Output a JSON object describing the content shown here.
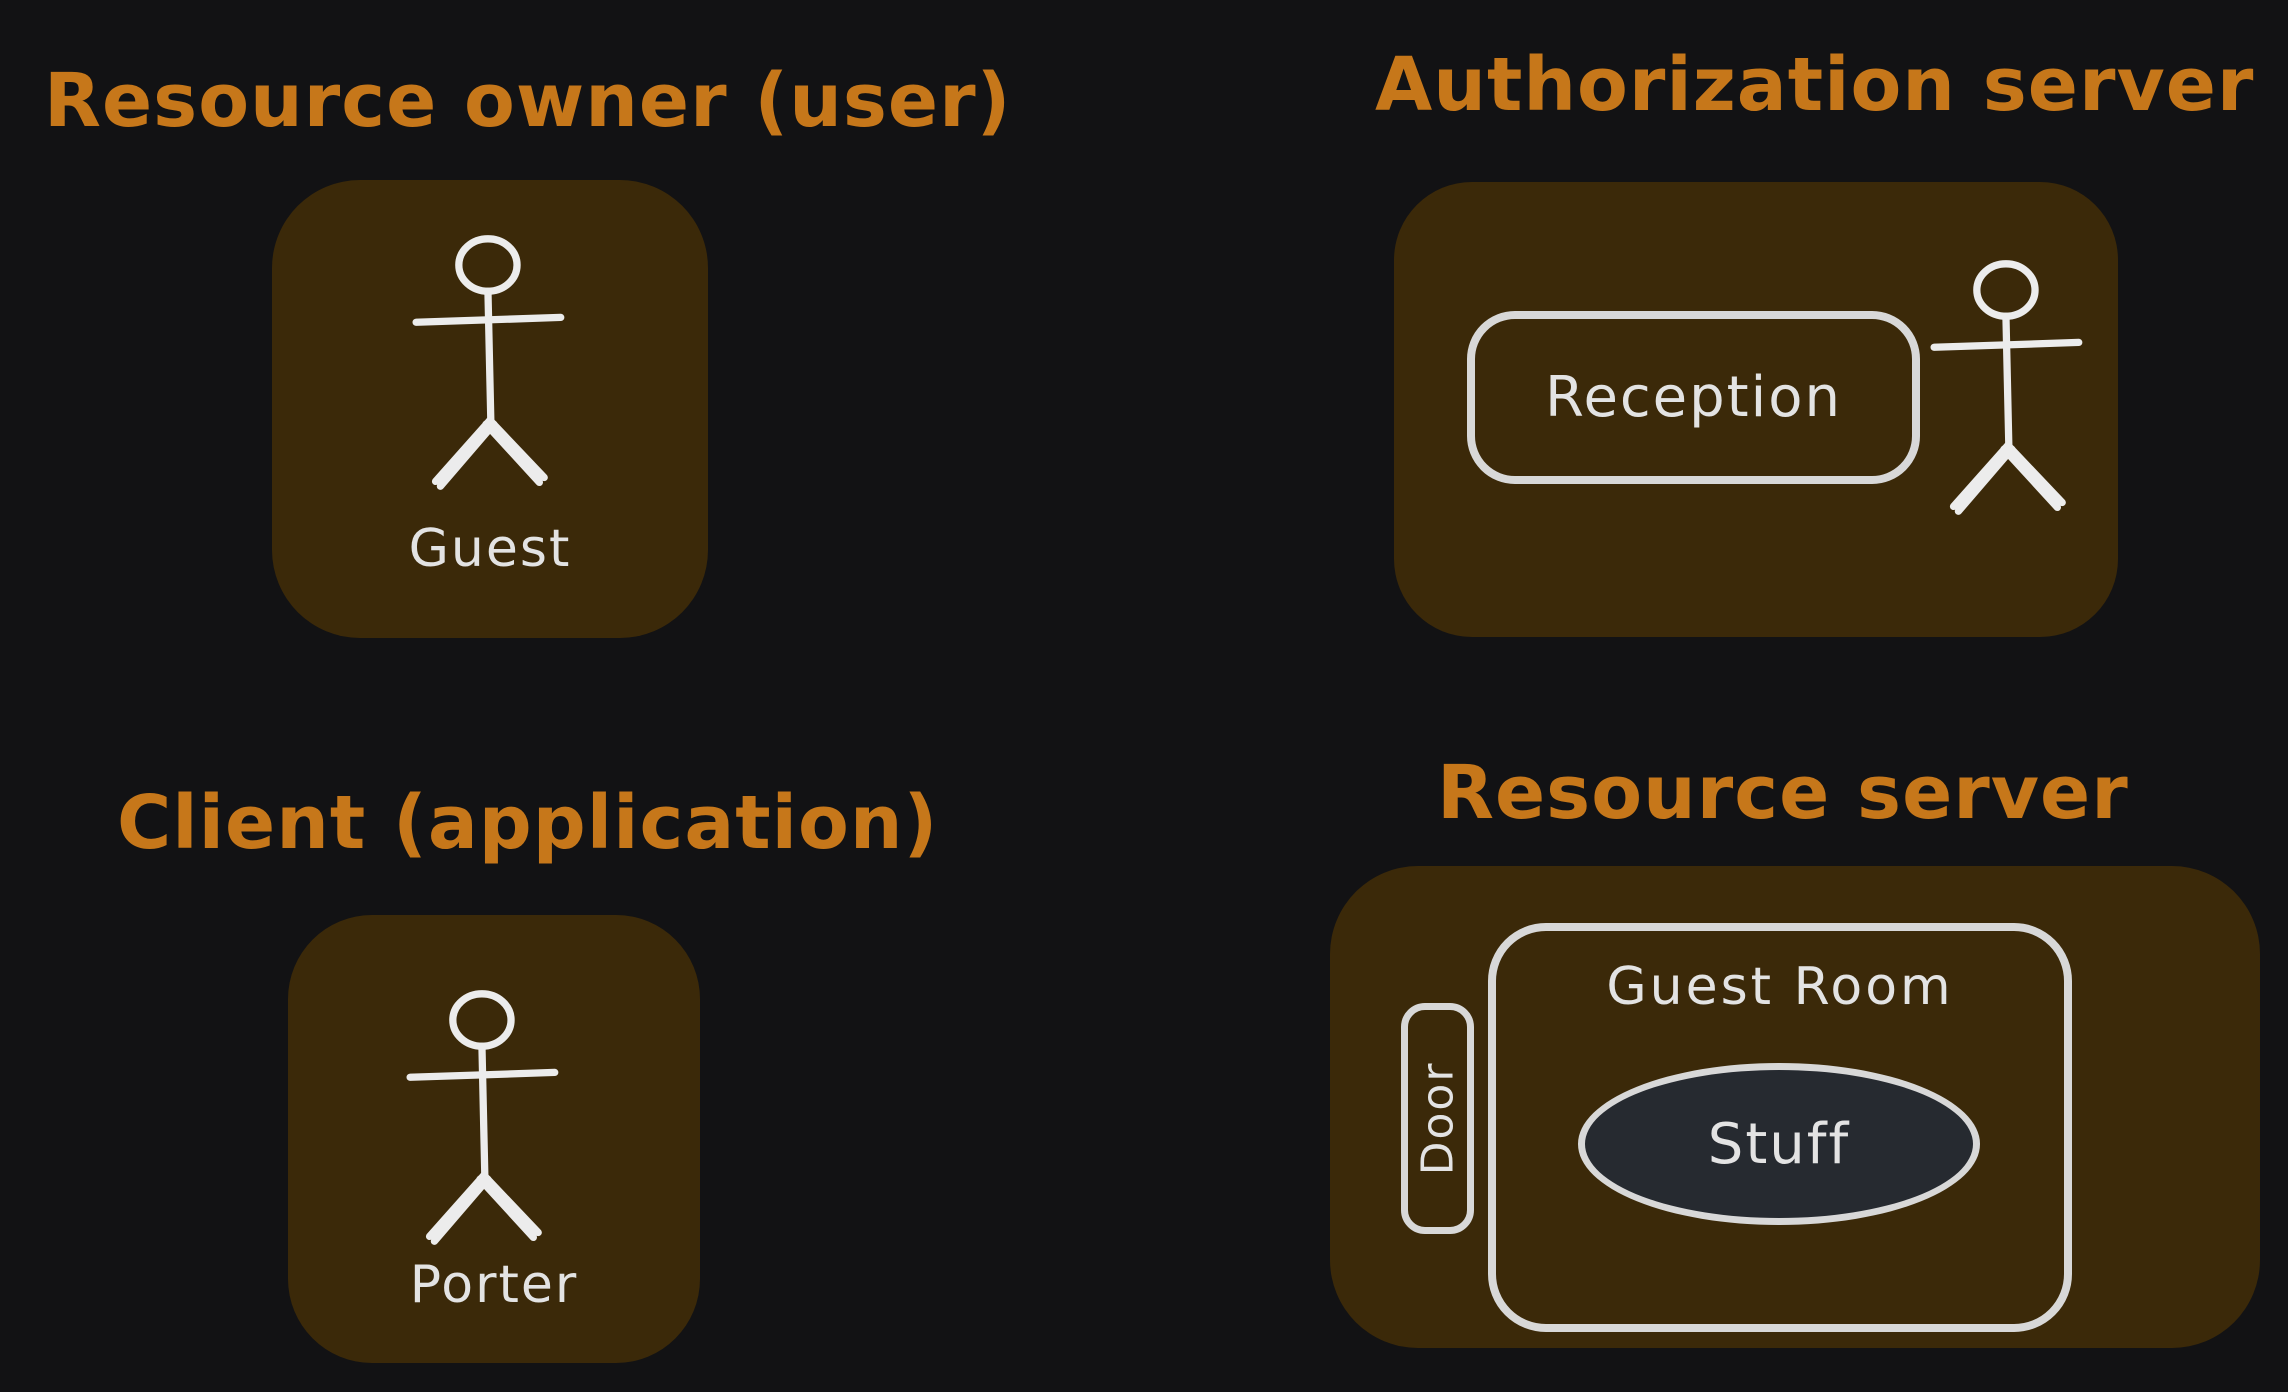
{
  "colors": {
    "background": "#121214",
    "card": "#3b2909",
    "accent": "#c6771a",
    "stroke": "#d8d8d8",
    "ink": "#e3e3e3",
    "figure": "#ececec",
    "stuff_fill": "#262a30"
  },
  "resource_owner": {
    "title": "Resource owner (user)",
    "person_label": "Guest"
  },
  "authorization_server": {
    "title": "Authorization server",
    "desk_label": "Reception"
  },
  "client": {
    "title": "Client (application)",
    "person_label": "Porter"
  },
  "resource_server": {
    "title": "Resource server",
    "room_label": "Guest Room",
    "door_label": "Door",
    "stuff_label": "Stuff"
  }
}
